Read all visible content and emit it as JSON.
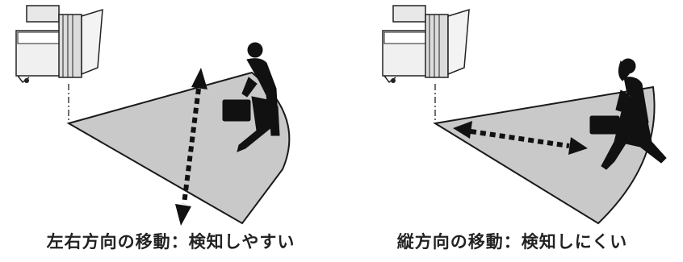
{
  "panels": [
    {
      "caption": "左右方向の移動：検知しやすい",
      "motion": "lateral"
    },
    {
      "caption": "縦方向の移動：検知しにくい",
      "motion": "toward-sensor"
    }
  ],
  "colors": {
    "zone_fill": "#c9c9c9",
    "outline": "#1a1a1a",
    "arrow": "#111111"
  },
  "icons": [
    "sensor-light-icon",
    "walking-man-icon",
    "walking-woman-icon"
  ]
}
